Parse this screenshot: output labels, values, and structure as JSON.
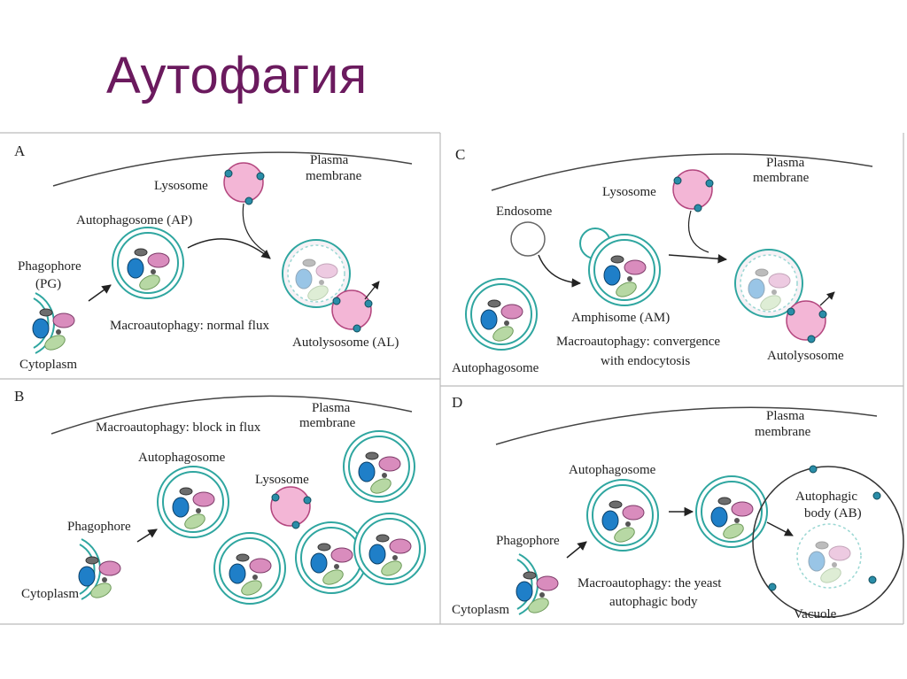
{
  "slide_title": "Аутофагия",
  "panels": {
    "A": {
      "letter": "A",
      "plasma_membrane": [
        "Plasma",
        "membrane"
      ],
      "lysosome": "Lysosome",
      "autophagosome": "Autophagosome (AP)",
      "phagophore": [
        "Phagophore",
        "(PG)"
      ],
      "caption": "Macroautophagy: normal flux",
      "autolysosome": "Autolysosome (AL)",
      "cytoplasm": "Cytoplasm"
    },
    "B": {
      "letter": "B",
      "caption": "Macroautophagy: block in flux",
      "plasma_membrane": [
        "Plasma",
        "membrane"
      ],
      "autophagosome": "Autophagosome",
      "lysosome": "Lysosome",
      "phagophore": "Phagophore",
      "cytoplasm": "Cytoplasm"
    },
    "C": {
      "letter": "C",
      "plasma_membrane": [
        "Plasma",
        "membrane"
      ],
      "lysosome": "Lysosome",
      "endosome": "Endosome",
      "amphisome": "Amphisome (AM)",
      "caption": [
        "Macroautophagy: convergence",
        "with endocytosis"
      ],
      "autophagosome": "Autophagosome",
      "autolysosome": "Autolysosome"
    },
    "D": {
      "letter": "D",
      "plasma_membrane": [
        "Plasma",
        "membrane"
      ],
      "autophagosome": "Autophagosome",
      "autophagic_body": [
        "Autophagic",
        "body (AB)"
      ],
      "phagophore": "Phagophore",
      "caption": [
        "Macroautophagy: the yeast",
        "autophagic body"
      ],
      "cytoplasm": "Cytoplasm",
      "vacuole": "Vacuole"
    }
  },
  "colors": {
    "title": "#6b1a5e",
    "membrane_teal": "#2fa6a0",
    "lysosome_pink": "#f3b6d6",
    "organelle_blue": "#1f7fc8",
    "organelle_green": "#b7d8a4",
    "organelle_pink": "#d98cbd",
    "organelle_gray": "#5a5a5a"
  }
}
